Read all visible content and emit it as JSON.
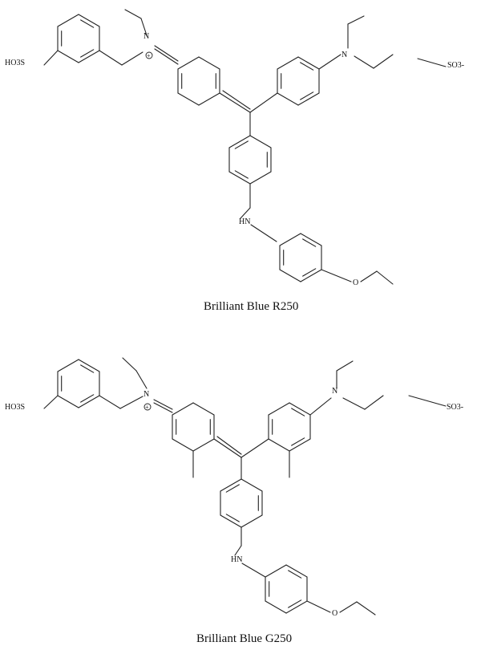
{
  "diagram": {
    "structures": [
      {
        "id": "r250",
        "caption": "Brilliant Blue R250",
        "labels": {
          "left_sulfonic": "HO3S",
          "left_nitrogen": "N",
          "charge": "+",
          "right_nitrogen": "N",
          "right_sulfonate": "SO3-",
          "amine": "HN",
          "ether_oxygen": "O"
        }
      },
      {
        "id": "g250",
        "caption": "Brilliant Blue G250",
        "labels": {
          "left_sulfonic": "HO3S",
          "left_nitrogen": "N",
          "charge": "+",
          "right_nitrogen": "N",
          "right_sulfonate": "SO3-",
          "amine": "HN",
          "ether_oxygen": "O"
        }
      }
    ]
  }
}
